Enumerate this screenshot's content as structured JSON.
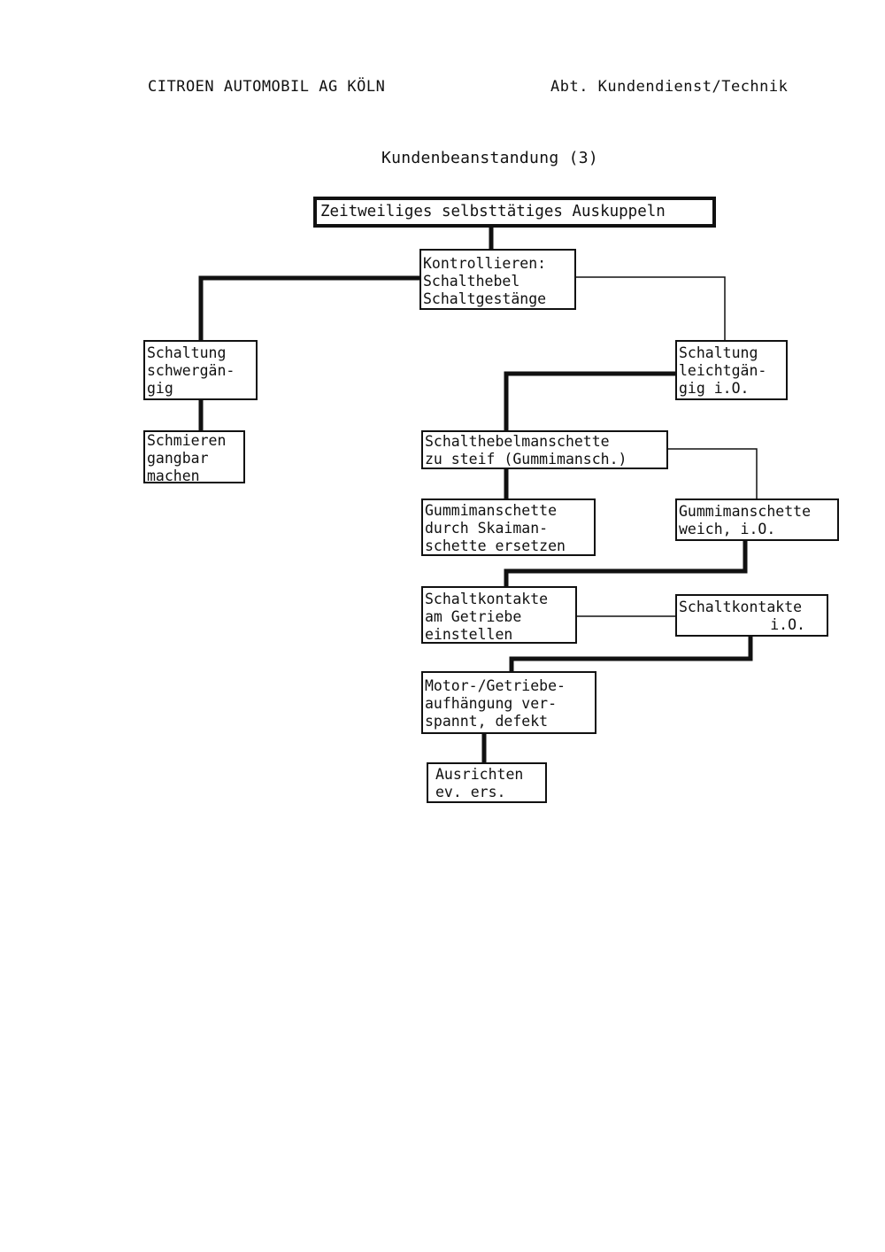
{
  "header": {
    "company": "CITROEN AUTOMOBIL AG KÖLN",
    "department": "Abt. Kundendienst/Technik"
  },
  "title": "Kundenbeanstandung (3)",
  "nodes": {
    "root": {
      "text": "Zeitweiliges selbsttätiges Auskuppeln"
    },
    "check_lever": {
      "lines": [
        "Kontrollieren:",
        "Schalthebel",
        "Schaltgestänge"
      ]
    },
    "stiff": {
      "lines": [
        "Schaltung",
        "schwergän-",
        "gig"
      ]
    },
    "lubricate": {
      "lines": [
        "Schmieren",
        "gangbar",
        "machen"
      ]
    },
    "smooth": {
      "lines": [
        "Schaltung",
        "leichtgän-",
        "gig i.O."
      ]
    },
    "boot_stiff": {
      "lines": [
        "Schalthebelmanschette",
        "zu steif (Gummimansch.)"
      ]
    },
    "replace_boot": {
      "lines": [
        "Gummimanschette",
        "durch Skaiman-",
        "schette ersetzen"
      ]
    },
    "boot_soft": {
      "lines": [
        "Gummimanschette",
        "weich, i.O."
      ]
    },
    "adjust_contacts": {
      "lines": [
        "Schaltkontakte",
        "am Getriebe",
        "einstellen"
      ]
    },
    "contacts_ok": {
      "lines": [
        "Schaltkontakte",
        "i.O."
      ]
    },
    "mount": {
      "lines": [
        "Motor-/Getriebe-",
        "aufhängung ver-",
        "spannt, defekt"
      ]
    },
    "align": {
      "lines": [
        "Ausrichten",
        "ev. ers."
      ]
    }
  }
}
